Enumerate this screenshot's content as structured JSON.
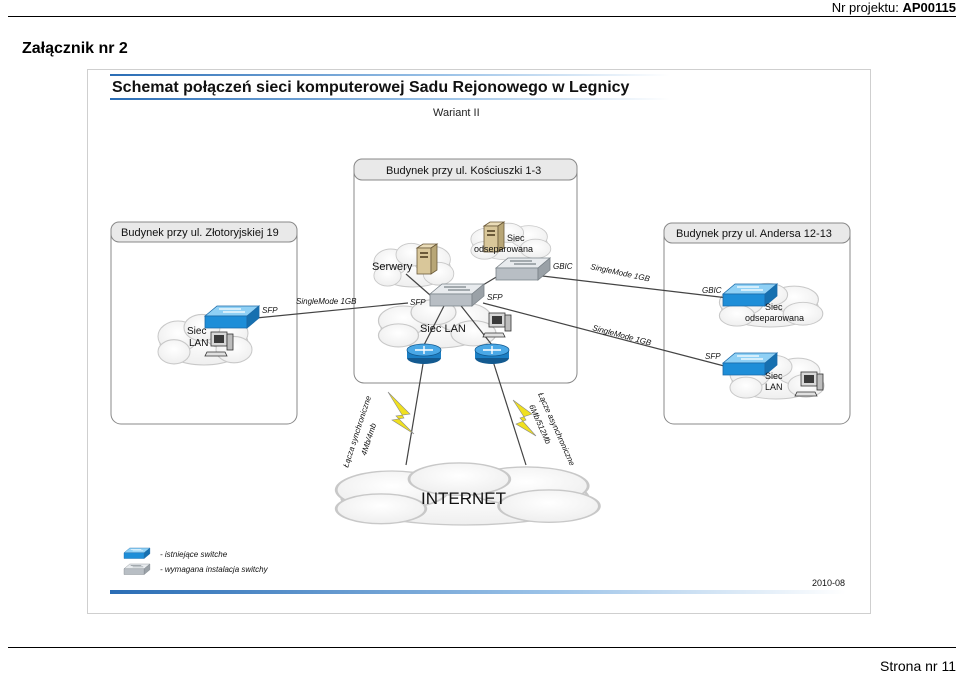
{
  "header": {
    "project_prefix": "Nr projektu: ",
    "project_number": "AP00115",
    "annex_label": "Załącznik nr 2"
  },
  "footer": {
    "page_label": "Strona nr 11"
  },
  "diagram": {
    "title": "Schemat połączeń sieci komputerowej Sadu Rejonowego w Legnicy",
    "variant": "Wariant II",
    "buildings": {
      "left": "Budynek przy ul. Złotoryjskiej 19",
      "center": "Budynek przy ul. Kościuszki 1-3",
      "right": "Budynek przy ul. Andersa 12-13"
    },
    "clouds": {
      "left_lan_1": "Siec",
      "left_lan_2": "LAN",
      "servers": "Serwery",
      "isolated_center_1": "Siec",
      "isolated_center_2": "odseparowana",
      "center_lan": "Siec LAN",
      "right_isolated_1": "Siec",
      "right_isolated_2": "odseparowana",
      "right_lan_1": "Siec",
      "right_lan_2": "LAN",
      "internet": "INTERNET"
    },
    "ports": {
      "left_sfp": "SFP",
      "center_sfp_left": "SFP",
      "center_sfp_right": "SFP",
      "gbic_center": "GBIC",
      "gbic_right": "GBIC",
      "sfp_right": "SFP"
    },
    "links": {
      "left_singlemode": "SingleMode 1GB",
      "upper_right_singlemode": "SingleMode 1GB",
      "lower_right_singlemode": "SingleMode 1GB",
      "sync_1": "Łącza synchroniczne",
      "sync_2": "4Mb/4mb",
      "async_1": "Łącze asynchroniczne",
      "async_2": "6Mb/512Mb"
    },
    "legend": {
      "existing": "- istniejące switche",
      "required": "- wymagana instalacja switchy"
    },
    "date": "2010-08",
    "colors": {
      "existing_switch": "#1e8ed8",
      "new_switch": "#b8bec4",
      "router": "#1c7fc4",
      "title_bar": "#2a6db5",
      "lightning": "#f0e020"
    }
  }
}
